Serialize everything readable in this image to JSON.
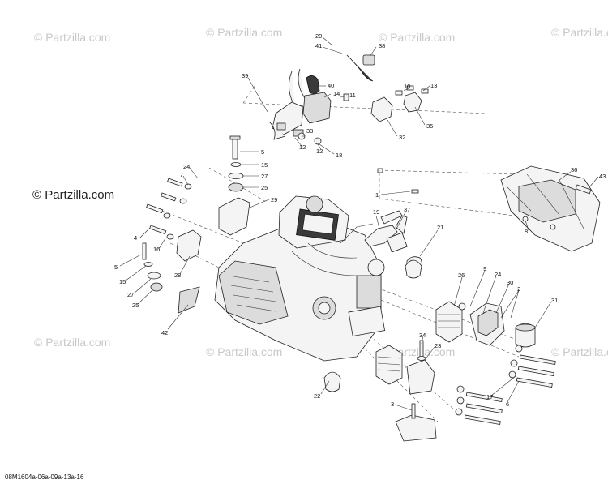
{
  "watermarks": [
    {
      "id": "wm1",
      "text": "© Partzilla.com"
    },
    {
      "id": "wm2",
      "text": "© Partzilla.com"
    },
    {
      "id": "wm3",
      "text": "© Partzilla.com"
    },
    {
      "id": "wm4",
      "text": "© Partzilla.com"
    },
    {
      "id": "wm5",
      "text": "© Partzilla.com"
    },
    {
      "id": "wm6",
      "text": "© Partzilla.com"
    },
    {
      "id": "wm7",
      "text": "© Partzilla.com"
    },
    {
      "id": "wm8",
      "text": "© Partzilla.com"
    }
  ],
  "main_watermark": "© Partzilla.com",
  "part_number": "08M1604a-06a-09a-13a-16",
  "callouts": [
    {
      "id": "c20",
      "label": "20"
    },
    {
      "id": "c41",
      "label": "41"
    },
    {
      "id": "c38",
      "label": "38"
    },
    {
      "id": "c39",
      "label": "39"
    },
    {
      "id": "c40",
      "label": "40"
    },
    {
      "id": "c14",
      "label": "14"
    },
    {
      "id": "c11",
      "label": "11"
    },
    {
      "id": "c10",
      "label": "10"
    },
    {
      "id": "c13",
      "label": "13"
    },
    {
      "id": "c35",
      "label": "35"
    },
    {
      "id": "c32",
      "label": "32"
    },
    {
      "id": "c33",
      "label": "33"
    },
    {
      "id": "c12a",
      "label": "12"
    },
    {
      "id": "c12b",
      "label": "12"
    },
    {
      "id": "c18",
      "label": "18"
    },
    {
      "id": "c5a",
      "label": "5"
    },
    {
      "id": "c15a",
      "label": "15"
    },
    {
      "id": "c27a",
      "label": "27"
    },
    {
      "id": "c25a",
      "label": "25"
    },
    {
      "id": "c29",
      "label": "29"
    },
    {
      "id": "c24a",
      "label": "24"
    },
    {
      "id": "c7",
      "label": "7"
    },
    {
      "id": "c1",
      "label": "1"
    },
    {
      "id": "c36",
      "label": "36"
    },
    {
      "id": "c43",
      "label": "43"
    },
    {
      "id": "c8",
      "label": "8"
    },
    {
      "id": "c19",
      "label": "19"
    },
    {
      "id": "c37",
      "label": "37"
    },
    {
      "id": "c21",
      "label": "21"
    },
    {
      "id": "c4",
      "label": "4"
    },
    {
      "id": "c16",
      "label": "16"
    },
    {
      "id": "c5b",
      "label": "5"
    },
    {
      "id": "c15b",
      "label": "15"
    },
    {
      "id": "c28",
      "label": "28"
    },
    {
      "id": "c27b",
      "label": "27"
    },
    {
      "id": "c25b",
      "label": "25"
    },
    {
      "id": "c42",
      "label": "42"
    },
    {
      "id": "c26",
      "label": "26"
    },
    {
      "id": "c9",
      "label": "9"
    },
    {
      "id": "c24b",
      "label": "24"
    },
    {
      "id": "c30",
      "label": "30"
    },
    {
      "id": "c2",
      "label": "2"
    },
    {
      "id": "c31",
      "label": "31"
    },
    {
      "id": "c34",
      "label": "34"
    },
    {
      "id": "c23",
      "label": "23"
    },
    {
      "id": "c17",
      "label": "17"
    },
    {
      "id": "c6",
      "label": "6"
    },
    {
      "id": "c22",
      "label": "22"
    },
    {
      "id": "c3",
      "label": "3"
    }
  ]
}
